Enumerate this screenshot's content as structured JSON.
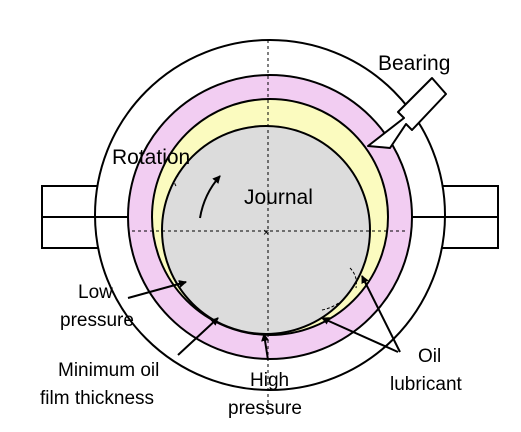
{
  "labels": {
    "bearing": "Bearing",
    "rotation": "Rotation",
    "journal": "Journal",
    "low_pressure_line1": "Low",
    "low_pressure_line2": "pressure",
    "min_oil_line1": "Minimum oil",
    "min_oil_line2": "film thickness",
    "high_pressure_line1": "High",
    "high_pressure_line2": "pressure",
    "oil_line1": "Oil",
    "oil_line2": "lubricant"
  },
  "colors": {
    "bearing_ring": "#f2cdf2",
    "oil_film": "#fbfbbf",
    "journal": "#dcdcdc",
    "housing": "#ffffff",
    "stroke": "#000000"
  }
}
